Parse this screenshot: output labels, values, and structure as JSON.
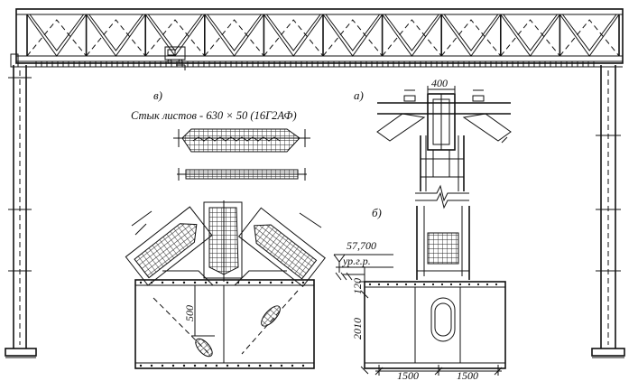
{
  "labels": {
    "view_v": "в)",
    "view_a": "а)",
    "view_b": "б)",
    "splice_caption": "Стык листов - 630 × 50 (16Г2АФ)",
    "dim_400": "400",
    "dim_500": "500",
    "elevation": "57,700",
    "ground_level": "ур.г.р.",
    "dim_120": "120",
    "dim_2010": "2010",
    "dim_1500_left": "1500",
    "dim_1500_right": "1500"
  }
}
